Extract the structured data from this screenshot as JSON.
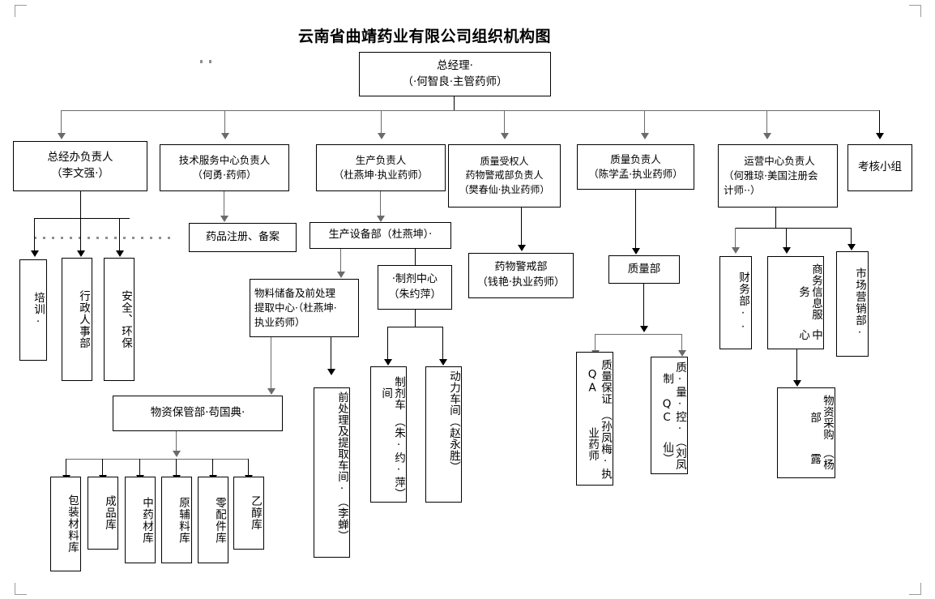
{
  "document": {
    "title": "云南省曲靖药业有限公司组织机构图"
  },
  "nodes": {
    "gm": "总经理·\n（·何智良·主管药师）",
    "gm_line1": "总经理·",
    "gm_line2": "（·何智良·主管药师）",
    "office_head_l1": "总经办负责人",
    "office_head_l2": "（李文强·）",
    "tech_head_l1": "技术服务中心负责人",
    "tech_head_l2": "（何勇·药师）",
    "prod_head_l1": "生产负责人",
    "prod_head_l2": "（杜燕坤·执业药师）",
    "qp_l1": "质量受权人",
    "qp_l2": "药物警戒部负责人",
    "qp_l3": "（樊春仙·执业药师）",
    "quality_head_l1": "质量负责人",
    "quality_head_l2": "（陈学孟·执业药师）",
    "ops_head_l1": "运营中心负责人",
    "ops_head_l2": "（何雅琼·美国注册会",
    "ops_head_l3": "计师··）",
    "assess_group": "考核小组",
    "training": "培训·",
    "hr_admin": "行政人事部",
    "safety_env": "安全、环保",
    "drug_registration": "药品注册、备案",
    "prod_equip": "生产设备部（杜燕坤）·",
    "material_store_l1": "物料储备及前处理",
    "material_store_l2": "提取中心·（杜燕坤·",
    "material_store_l3": "执业药师）",
    "prep_center_l1": "·制剂中心",
    "prep_center_l2": "（朱约萍）",
    "pv_dept_l1": "药物警戒部",
    "pv_dept_l2": "（钱艳·执业药师）",
    "quality_dept": "质量部",
    "finance_dept": "财务部··",
    "biz_info_col1": "商务信息服务",
    "biz_info_col2": "中心",
    "marketing_dept": "市场营销部·",
    "procurement_col1": "物资采购部",
    "procurement_col2": "（杨露",
    "qa_col1": "质量保证QA",
    "qa_col2": "（孙凤梅·执业药师",
    "qc_col1": "质·量·控·制 QC",
    "qc_col2": "（刘凤仙）",
    "material_custody": "物资保管部·苟国典·",
    "pretreat_workshop_col1": "前处理及提取车间·",
    "pretreat_workshop_col2": "（李蝉）",
    "prep_workshop_col1": "制剂车间",
    "prep_workshop_col2": "（朱·约·萍）",
    "power_workshop_col1": "动力车间",
    "power_workshop_col2": "（赵永胜）",
    "wh_packaging": "包装材料库",
    "wh_finished": "成品库",
    "wh_tcm": "中药材库",
    "wh_raw": "原辅料库",
    "wh_spare": "零配件库",
    "wh_ethanol": "乙醇库"
  },
  "colors": {
    "line": "#000000",
    "line_gray": "#6b6b6b",
    "dotted": "#8f8f8f",
    "box_border": "#000000",
    "background": "#ffffff"
  }
}
